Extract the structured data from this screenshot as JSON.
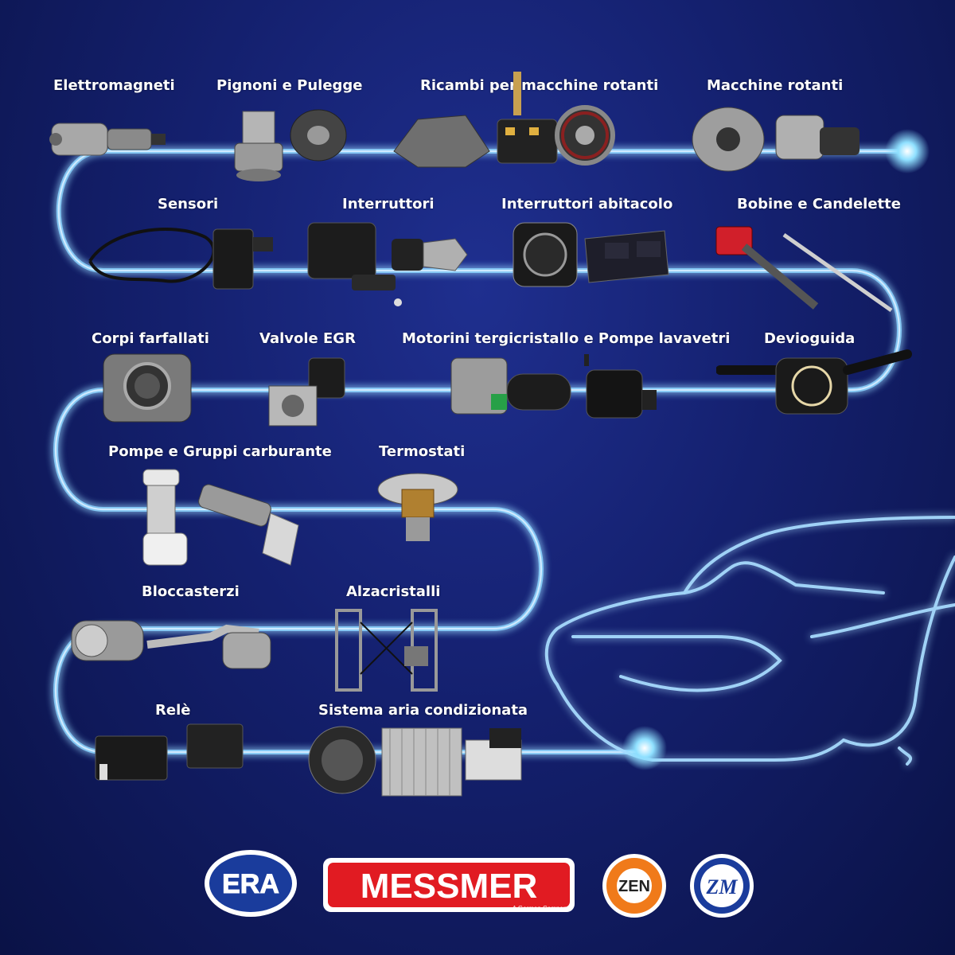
{
  "categories": [
    {
      "id": "elettromagneti",
      "label": "Elettromagneti"
    },
    {
      "id": "pignoni",
      "label": "Pignoni e Pulegge"
    },
    {
      "id": "ricambi",
      "label": "Ricambi per macchine rotanti"
    },
    {
      "id": "macchine",
      "label": "Macchine rotanti"
    },
    {
      "id": "sensori",
      "label": "Sensori"
    },
    {
      "id": "interruttori",
      "label": "Interruttori"
    },
    {
      "id": "interruttori-abitacolo",
      "label": "Interruttori abitacolo"
    },
    {
      "id": "bobine",
      "label": "Bobine e Candelette"
    },
    {
      "id": "corpi",
      "label": "Corpi farfallati"
    },
    {
      "id": "egr",
      "label": "Valvole EGR"
    },
    {
      "id": "motorini",
      "label": "Motorini tergicristallo e Pompe lavavetri"
    },
    {
      "id": "devioguida",
      "label": "Devioguida"
    },
    {
      "id": "pompe",
      "label": "Pompe e Gruppi carburante"
    },
    {
      "id": "termostati",
      "label": "Termostati"
    },
    {
      "id": "bloccasterzi",
      "label": "Bloccasterzi"
    },
    {
      "id": "alzacristalli",
      "label": "Alzacristalli"
    },
    {
      "id": "rele",
      "label": "Relè"
    },
    {
      "id": "aria",
      "label": "Sistema aria condizionata"
    }
  ],
  "logos": {
    "era": "ERA",
    "messmer": "MESSMER",
    "messmer_tagline": "A German Company",
    "zen": "ZEN",
    "zm": "ZM"
  },
  "colors": {
    "background": "#14206e",
    "glow": "#6fc8ff",
    "messmer_red": "#e11b22",
    "era_blue": "#1a3c9c",
    "zen_orange": "#f07a1a"
  }
}
